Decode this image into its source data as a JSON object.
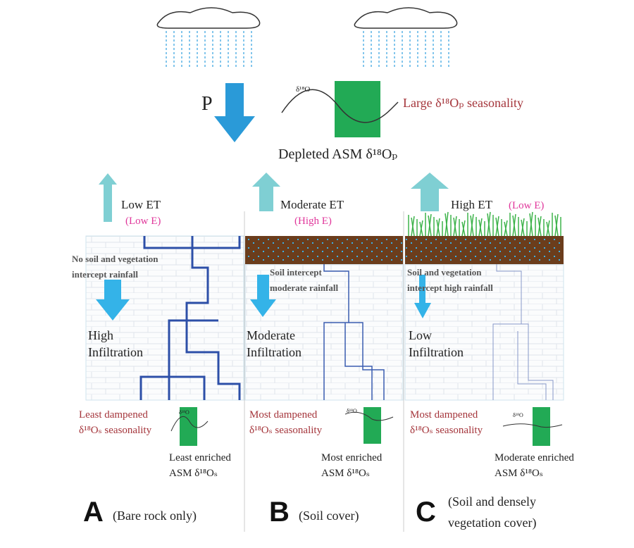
{
  "top": {
    "precip_label": "P",
    "isotope_wave_label": "δ¹⁸O",
    "seasonality_label": "Large δ¹⁸Oₚ seasonality",
    "depleted_label": "Depleted ASM δ¹⁸Oₚ"
  },
  "panels": [
    {
      "letter": "A",
      "caption": "(Bare rock only)",
      "caption_line2": "",
      "et_label": "Low ET",
      "e_label": "(Low E)",
      "intercept_line1": "No soil and vegetation",
      "intercept_line2": "intercept rainfall",
      "infiltration_line1": "High",
      "infiltration_line2": "Infiltration",
      "damp_line1": "Least dampened",
      "damp_line2": "δ¹⁸Oₛ seasonality",
      "wave_label": "δ¹⁸O",
      "enrich_line1": "Least enriched",
      "enrich_line2": "ASM δ¹⁸Oₛ"
    },
    {
      "letter": "B",
      "caption": "(Soil cover)",
      "caption_line2": "",
      "et_label": "Moderate ET",
      "e_label": "(High E)",
      "intercept_line1": "Soil intercept",
      "intercept_line2": "moderate rainfall",
      "infiltration_line1": "Moderate",
      "infiltration_line2": "Infiltration",
      "damp_line1": "Most dampened",
      "damp_line2": "δ¹⁸Oₛ seasonality",
      "wave_label": "δ¹⁸O",
      "enrich_line1": "Most enriched",
      "enrich_line2": "ASM δ¹⁸Oₛ"
    },
    {
      "letter": "C",
      "caption": "(Soil and densely",
      "caption_line2": "vegetation cover)",
      "et_label": "High ET",
      "e_label": "(Low E)",
      "intercept_line1": "Soil and vegetation",
      "intercept_line2": "intercept high rainfall",
      "infiltration_line1": "Low",
      "infiltration_line2": "Infiltration",
      "damp_line1": "Most dampened",
      "damp_line2": "δ¹⁸Oₛ seasonality",
      "wave_label": "δ¹⁸O",
      "enrich_line1": "Moderate enriched",
      "enrich_line2": "ASM δ¹⁸Oₛ"
    }
  ],
  "colors": {
    "precip_arrow": "#2a9ad8",
    "et_arrow": "#7fcfd3",
    "infiltration_arrow": "#34b3e8",
    "asm_box": "#22aa55",
    "fracture": "#2d4fa8",
    "soil": "#6b3d1c",
    "grass": "#3db34a",
    "rain": "#5ab4e6"
  }
}
